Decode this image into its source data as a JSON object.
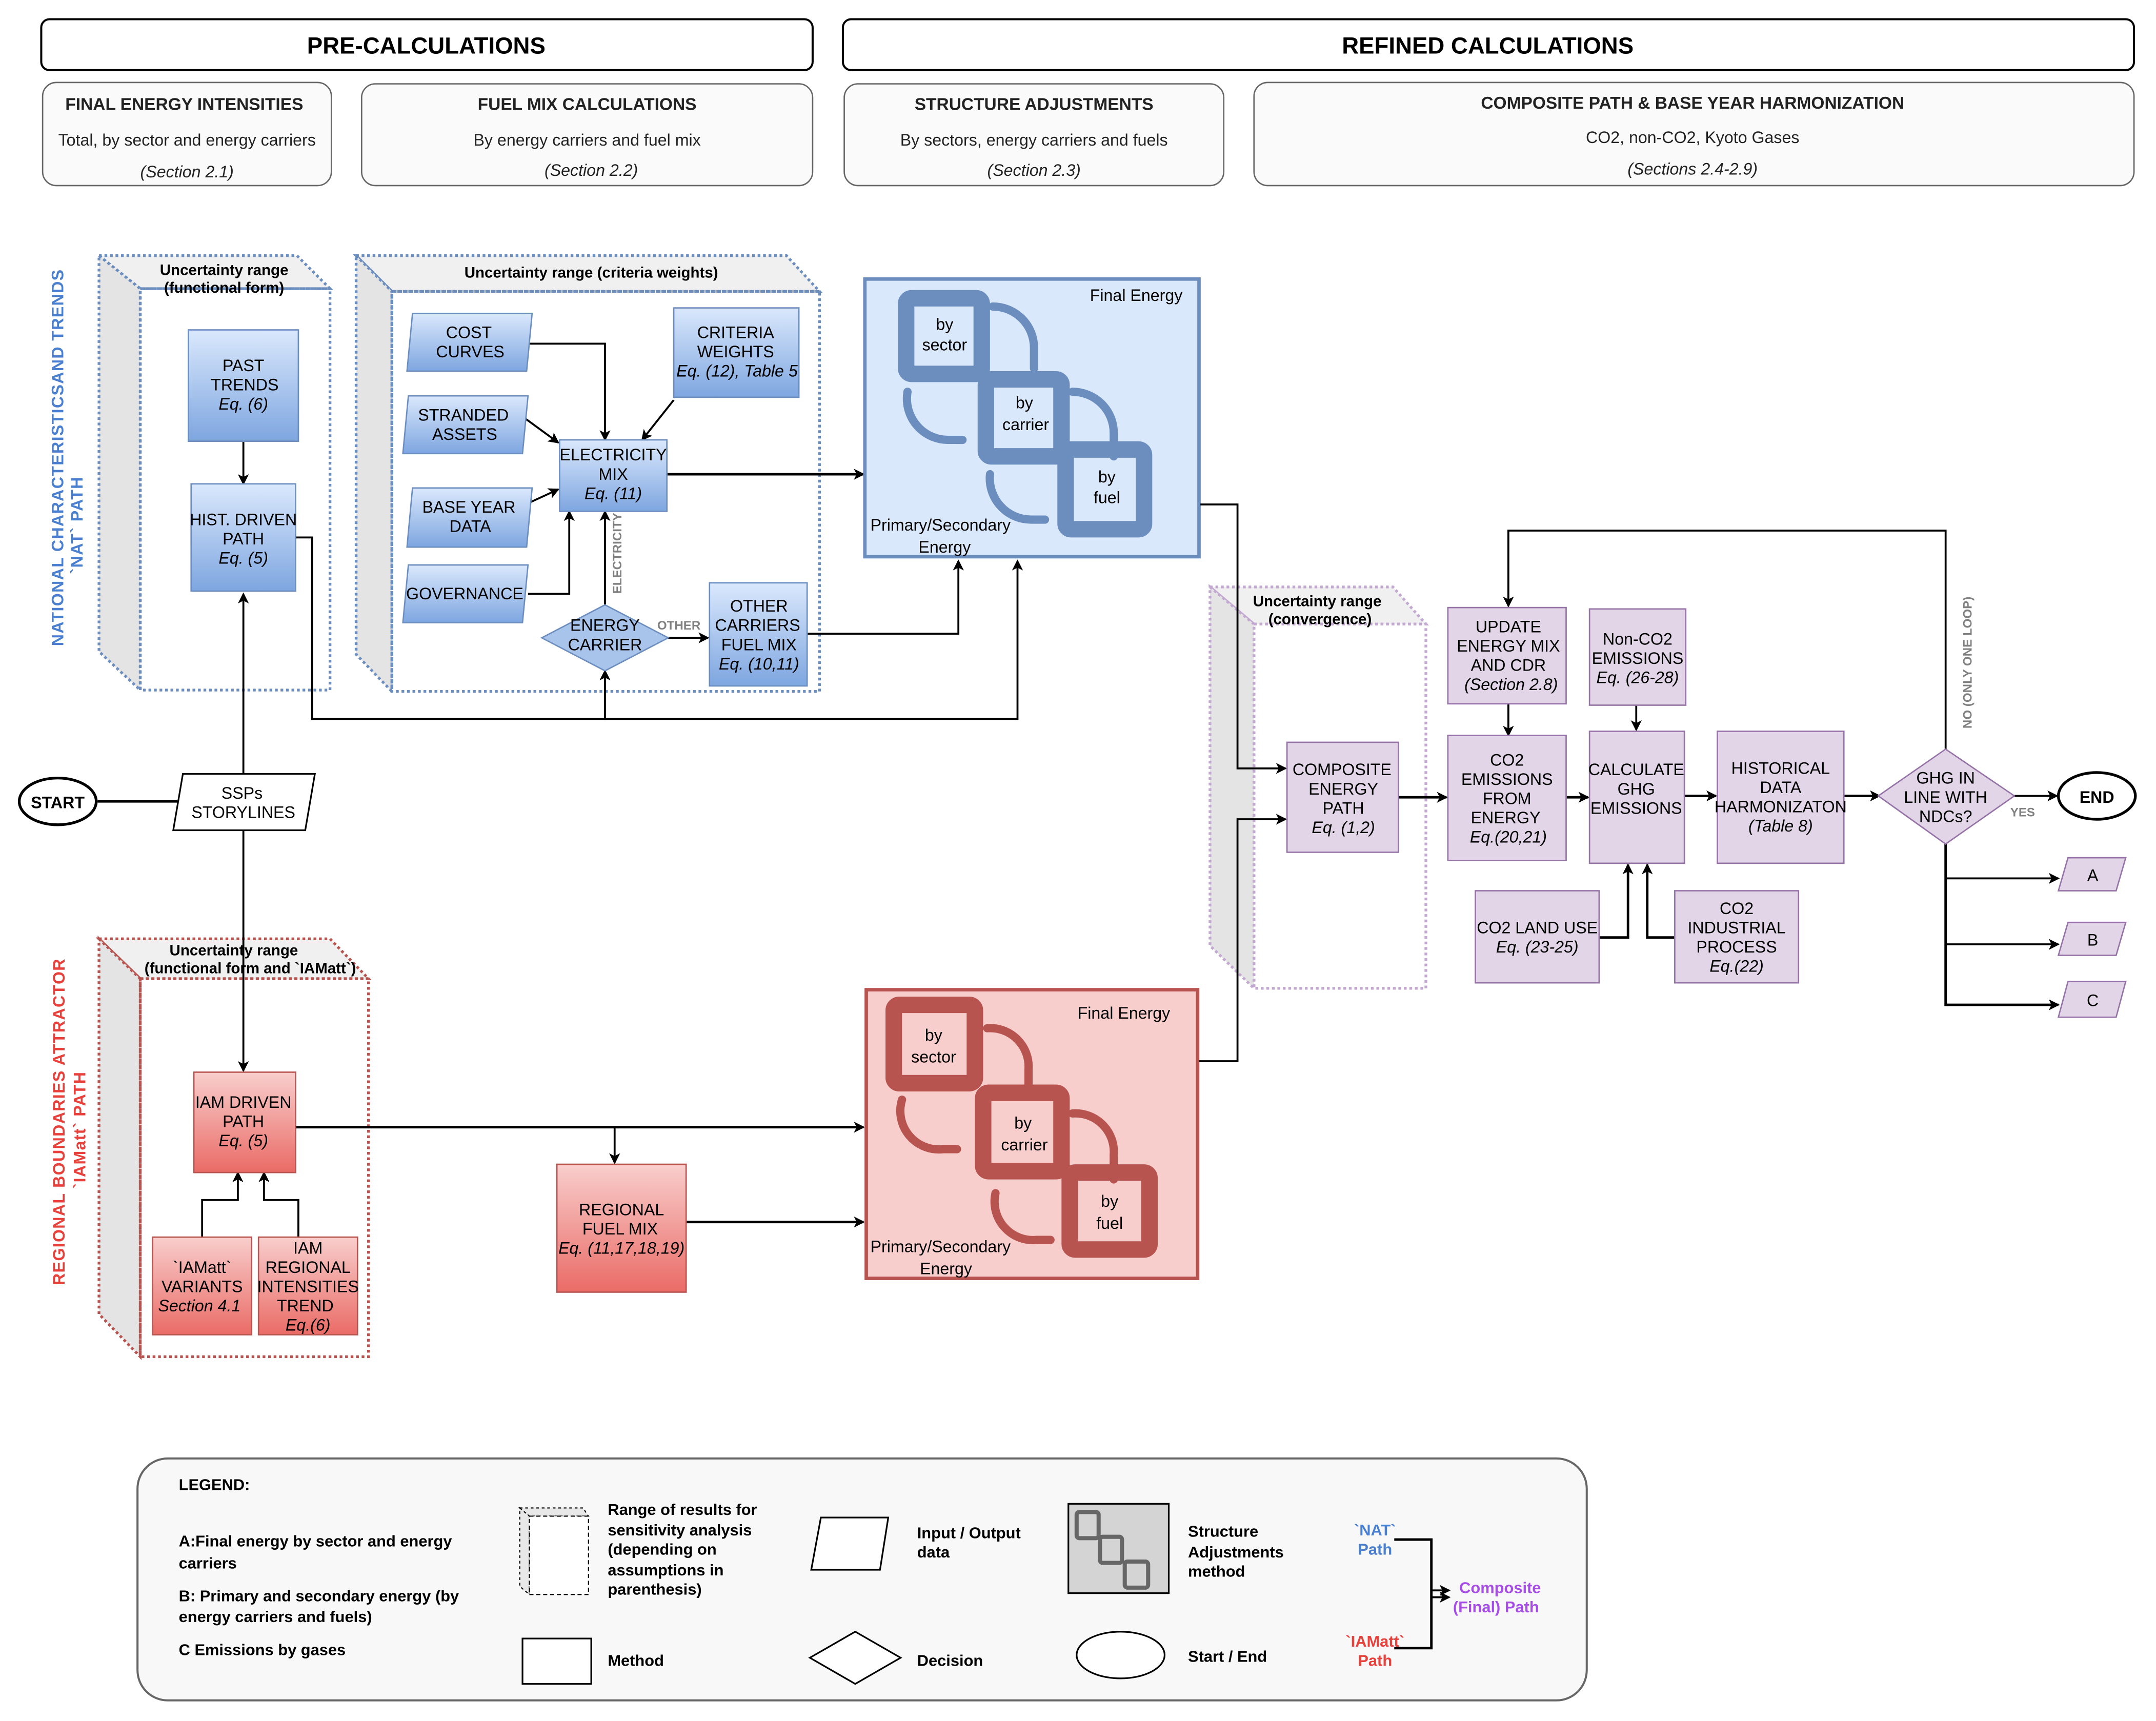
{
  "headers": {
    "pre": "PRE-CALCULATIONS",
    "refined": "REFINED CALCULATIONS"
  },
  "sections": [
    {
      "title": "FINAL ENERGY INTENSITIES",
      "body": "Total, by sector  and energy carriers",
      "ref": "(Section 2.1)"
    },
    {
      "title": "FUEL MIX CALCULATIONS",
      "body": "By energy carriers and fuel mix",
      "ref": "(Section 2.2)"
    },
    {
      "title": "STRUCTURE ADJUSTMENTS",
      "body": "By sectors, energy carriers and fuels",
      "ref": "(Section 2.3)"
    },
    {
      "title": "COMPOSITE PATH & BASE YEAR HARMONIZATION",
      "body": "CO2, non-CO2, Kyoto Gases",
      "ref": "(Sections 2.4-2.9)"
    }
  ],
  "side_labels": {
    "nat_line1": "NATIONAL CHARACTERISTICSAND TRENDS",
    "nat_line2": "`NAT` PATH",
    "iam_line1": "REGIONAL BOUNDARIES ATTRACTOR",
    "iam_line2": "`IAMatt` PATH"
  },
  "uncertainty": {
    "functional_form_1": "Uncertainty range",
    "functional_form_2": "(functional form)",
    "criteria": "Uncertainty range (criteria weights)",
    "convergence_1": "Uncertainty range",
    "convergence_2": "(convergence)",
    "iam_1": "Uncertainty range",
    "iam_2": "(functional form and `IAMatt`)"
  },
  "nat_nodes": {
    "past_trends": [
      "PAST",
      "TRENDS",
      "Eq. (6)"
    ],
    "hist_driven": [
      "HIST. DRIVEN",
      "PATH",
      "Eq. (5)"
    ],
    "cost_curves": [
      "COST",
      "CURVES"
    ],
    "stranded_assets": [
      "STRANDED",
      "ASSETS"
    ],
    "base_year": [
      "BASE YEAR",
      "DATA"
    ],
    "governance": [
      "GOVERNANCE"
    ],
    "criteria_weights": [
      "CRITERIA",
      "WEIGHTS",
      "Eq. (12), Table 5"
    ],
    "electricity_mix": [
      "ELECTRICITY",
      "MIX",
      "Eq. (11)"
    ],
    "energy_carrier": [
      "ENERGY",
      "CARRIER"
    ],
    "other_carriers": [
      "OTHER",
      "CARRIERS",
      "FUEL MIX",
      "Eq. (10,11)"
    ]
  },
  "edge_labels": {
    "electricity": "ELECTRICITY",
    "other": "OTHER",
    "no_loop": "NO (ONLY ONE LOOP)",
    "yes": "YES"
  },
  "structure_block": {
    "final_energy": "Final Energy",
    "primary_1": "Primary/Secondary",
    "primary_2": "Energy",
    "by_sector": [
      "by",
      "sector"
    ],
    "by_carrier": [
      "by",
      "carrier"
    ],
    "by_fuel": [
      "by",
      "fuel"
    ],
    "colors": {
      "nat_fill": "#dae8fc",
      "nat_stroke": "#6c8ebf",
      "iam_fill": "#f8cecc",
      "iam_stroke": "#b85450"
    }
  },
  "terminals": {
    "start": "START",
    "end": "END",
    "ssps": [
      "SSPs",
      "STORYLINES"
    ]
  },
  "iam_nodes": {
    "iam_driven": [
      "IAM DRIVEN",
      "PATH",
      "Eq. (5)"
    ],
    "iamatt_variants": [
      "`IAMatt`",
      "VARIANTS",
      "Section 4.1"
    ],
    "iam_regional": [
      "IAM",
      "REGIONAL",
      "INTENSITIES",
      "TREND",
      "Eq.(6)"
    ],
    "regional_fuel_mix": [
      "REGIONAL",
      "FUEL MIX",
      "Eq. (11,17,18,19)"
    ]
  },
  "refined_nodes": {
    "composite": [
      "COMPOSITE",
      "ENERGY",
      "PATH",
      "Eq. (1,2)"
    ],
    "update_mix": [
      "UPDATE",
      "ENERGY MIX",
      "AND CDR",
      "(Section 2.8)"
    ],
    "non_co2": [
      "Non-CO2",
      "EMISSIONS",
      "Eq. (26-28)"
    ],
    "co2_energy": [
      "CO2",
      "EMISSIONS",
      "FROM",
      "ENERGY",
      "Eq.(20,21)"
    ],
    "calc_ghg": [
      "CALCULATE",
      "GHG",
      "EMISSIONS"
    ],
    "historical": [
      "HISTORICAL",
      "DATA",
      "HARMONIZATON",
      "(Table 8)"
    ],
    "co2_land": [
      "CO2 LAND USE",
      "Eq. (23-25)"
    ],
    "co2_industrial": [
      "CO2",
      "INDUSTRIAL",
      "PROCESS",
      "Eq.(22)"
    ],
    "decision": [
      "GHG IN",
      "LINE WITH",
      "NDCs?"
    ],
    "outputs": [
      "A",
      "B",
      "C"
    ]
  },
  "legend": {
    "title": "LEGEND:",
    "a": [
      "A:Final energy by sector and energy",
      "carriers"
    ],
    "b": [
      "B: Primary and secondary energy (by",
      "energy carriers and fuels)"
    ],
    "c": "C Emissions by gases",
    "range": [
      "Range of results for",
      "sensitivity analysis",
      "(depending on",
      "assumptions in",
      "parenthesis)"
    ],
    "io": [
      "Input / Output",
      "data"
    ],
    "structure": [
      "Structure",
      "Adjustments",
      "method"
    ],
    "method": "Method",
    "decision": "Decision",
    "start_end": "Start / End",
    "nat_path": [
      "`NAT`",
      "Path"
    ],
    "iam_path": [
      "`IAMatt`",
      "Path"
    ],
    "composite": [
      "Composite",
      "(Final) Path"
    ],
    "colors": {
      "nat": "#4a7fd0",
      "iam": "#e8403a",
      "composite": "#a64de6"
    }
  }
}
